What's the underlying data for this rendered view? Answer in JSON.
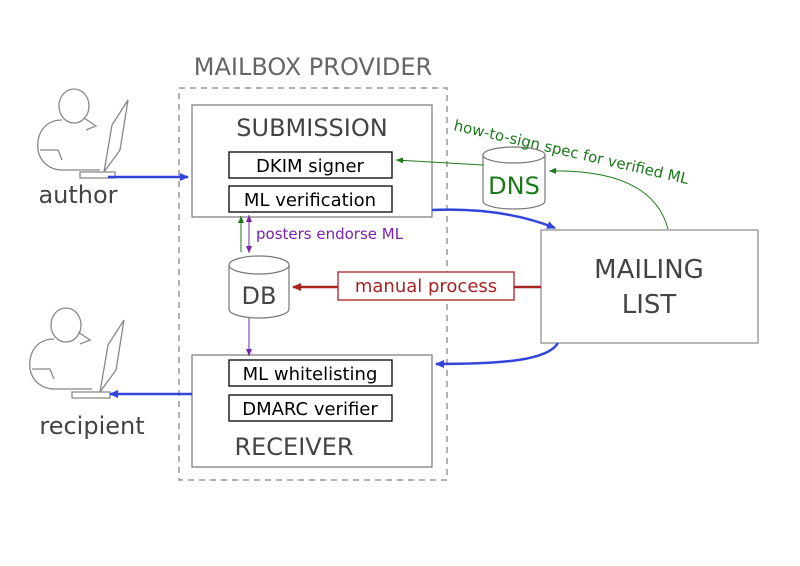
{
  "provider": {
    "title": "MAILBOX PROVIDER"
  },
  "submission": {
    "title": "SUBMISSION",
    "dkim_signer": "DKIM signer",
    "ml_verification": "ML verification"
  },
  "receiver": {
    "title": "RECEIVER",
    "ml_whitelisting": "ML whitelisting",
    "dmarc_verifier": "DMARC verifier"
  },
  "dns": {
    "label": "DNS"
  },
  "db": {
    "label": "DB"
  },
  "mailing_list": {
    "line1": "MAILING",
    "line2": "LIST"
  },
  "actors": {
    "author": "author",
    "recipient": "recipient"
  },
  "edges": {
    "how_to_sign": "how-to-sign spec for verified ML",
    "posters_endorse": "posters endorse ML",
    "manual_process": "manual process"
  },
  "colors": {
    "blue": "#3344dd",
    "green": "#1a7a1a",
    "purple": "#7a22aa",
    "red": "#aa2222",
    "gray": "#555555"
  }
}
